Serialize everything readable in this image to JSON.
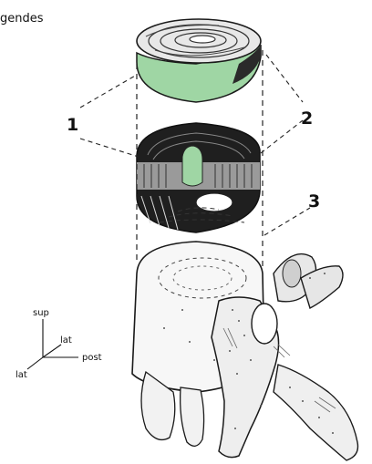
{
  "header": {
    "title_fragment": "gendes"
  },
  "labels": {
    "disc": "1",
    "vertebral_body_rings": "2",
    "end_plate": "3"
  },
  "orientation": {
    "sup": "sup",
    "lat_oblique": "lat",
    "post": "post",
    "lat_low": "lat"
  },
  "colors": {
    "highlight": "#9fd6a4",
    "line": "#1a1a1a",
    "stipple": "#555555",
    "paper": "#ffffff"
  }
}
